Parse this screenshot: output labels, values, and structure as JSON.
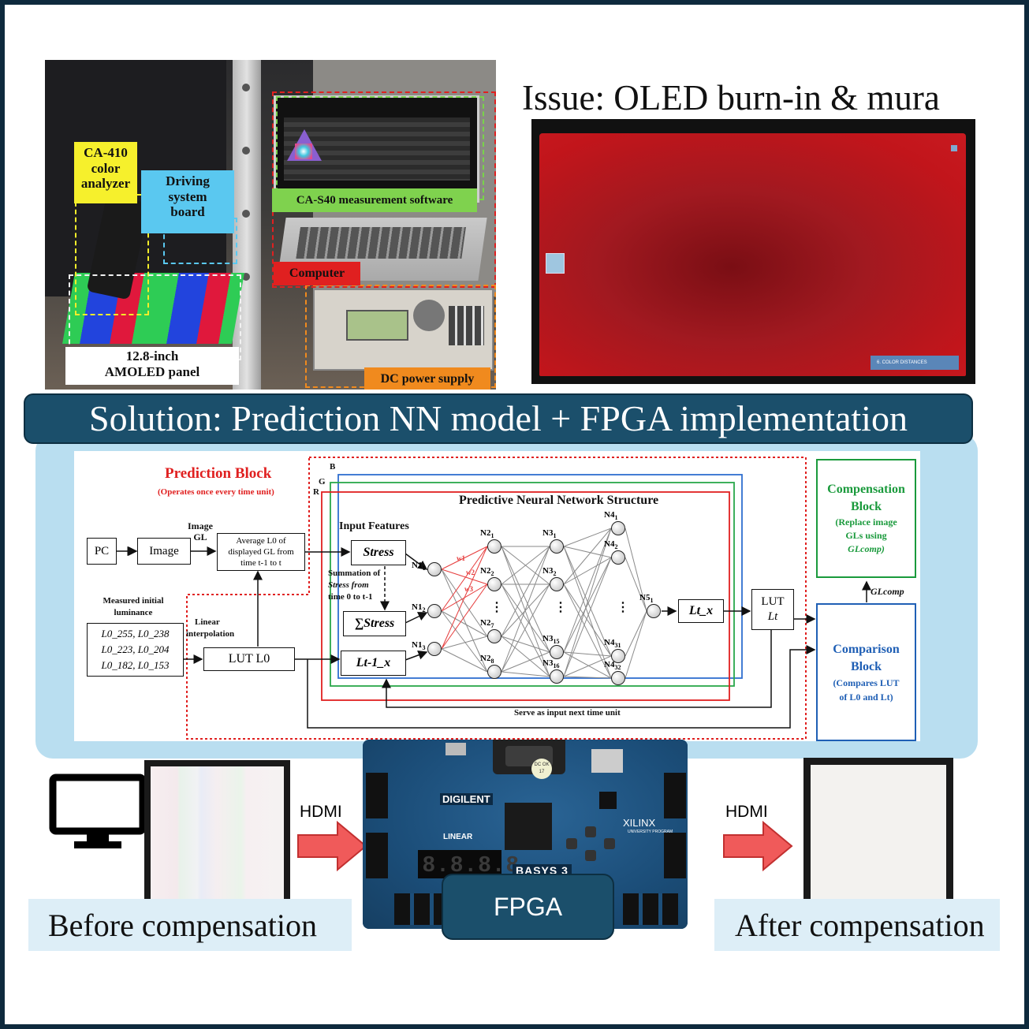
{
  "issue": {
    "title": "Issue: OLED burn-in & mura",
    "overlay_label": "6. COLOR DISTANCES"
  },
  "photo_labels": {
    "ca410": [
      "CA-410",
      "color",
      "analyzer"
    ],
    "driving": [
      "Driving",
      "system",
      "board"
    ],
    "software": "CA-S40 measurement software",
    "computer": "Computer",
    "panel": [
      "12.8-inch",
      "AMOLED panel"
    ],
    "power": "DC power supply"
  },
  "solution_banner": "Solution: Prediction NN model + FPGA implementation",
  "diagram": {
    "prediction_block": "Prediction Block",
    "prediction_sub": "(Operates once every time unit)",
    "channels": [
      "B",
      "G",
      "R"
    ],
    "nn_title": "Predictive Neural Network Structure",
    "input_features": "Input Features",
    "pc": "PC",
    "image": "Image",
    "image_gl": [
      "Image",
      "GL"
    ],
    "average": [
      "Average L0 of",
      "displayed GL from",
      "time t-1 to t"
    ],
    "measured": [
      "Measured initial",
      "luminance"
    ],
    "l0_values": [
      "L0_255, L0_238",
      "L0_223, L0_204",
      "L0_182, L0_153"
    ],
    "linear": [
      "Linear",
      "interpolation"
    ],
    "lut_l0": "LUT L0",
    "stress": "Stress",
    "summation": [
      "Summation of",
      "Stress from",
      "time 0 to t-1"
    ],
    "sum_stress": "∑Stress",
    "lt1x": "Lt-1_x",
    "ltx": "Lt_x",
    "lut_lt": [
      "LUT",
      "Lt"
    ],
    "weights": [
      "w1",
      "w2",
      "w3"
    ],
    "neurons": {
      "l1": [
        "N1_1",
        "N1_2",
        "N1_3"
      ],
      "l2": [
        "N2_1",
        "N2_2",
        "N2_7",
        "N2_8"
      ],
      "l3": [
        "N3_1",
        "N3_2",
        "N3_15",
        "N3_16"
      ],
      "l4": [
        "N4_1",
        "N4_2",
        "N4_31",
        "N4_32"
      ],
      "l5": [
        "N5_1"
      ]
    },
    "ellipsis": "⋮",
    "next_time": "Serve as input next time unit",
    "glcomp": "GLcomp",
    "compensation": {
      "title": [
        "Compensation",
        "Block"
      ],
      "sub": [
        "(Replace image",
        "GLs using",
        "GLcomp)"
      ],
      "color": "#1a9a3c"
    },
    "comparison": {
      "title": [
        "Comparison",
        "Block"
      ],
      "sub": [
        "(Compares LUT",
        "of L0 and Lt)"
      ],
      "color": "#1f5fb5"
    }
  },
  "bottom": {
    "hdmi_left": "HDMI",
    "hdmi_right": "HDMI",
    "before": "Before compensation",
    "after": "After compensation",
    "fpga": "FPGA",
    "board": {
      "brand": "DIGILENT",
      "model": "BASYS 3",
      "xilinx": "XILINX",
      "univ": "UNIVERSITY PROGRAM",
      "display": "8.8.8.8",
      "linear": "LINEAR",
      "dcok": "DC OK",
      "dcok_num": "17"
    }
  },
  "colors": {
    "outer_frame": "#0e2a3d",
    "banner": "#1b4f6b",
    "panel_bg": "#b9def0",
    "arrow": "#f05a5a",
    "prediction_red": "#e02020",
    "nn_line_red": "#e63b3b",
    "channel_blue": "#2f6fd0",
    "channel_green": "#2aa84a"
  }
}
